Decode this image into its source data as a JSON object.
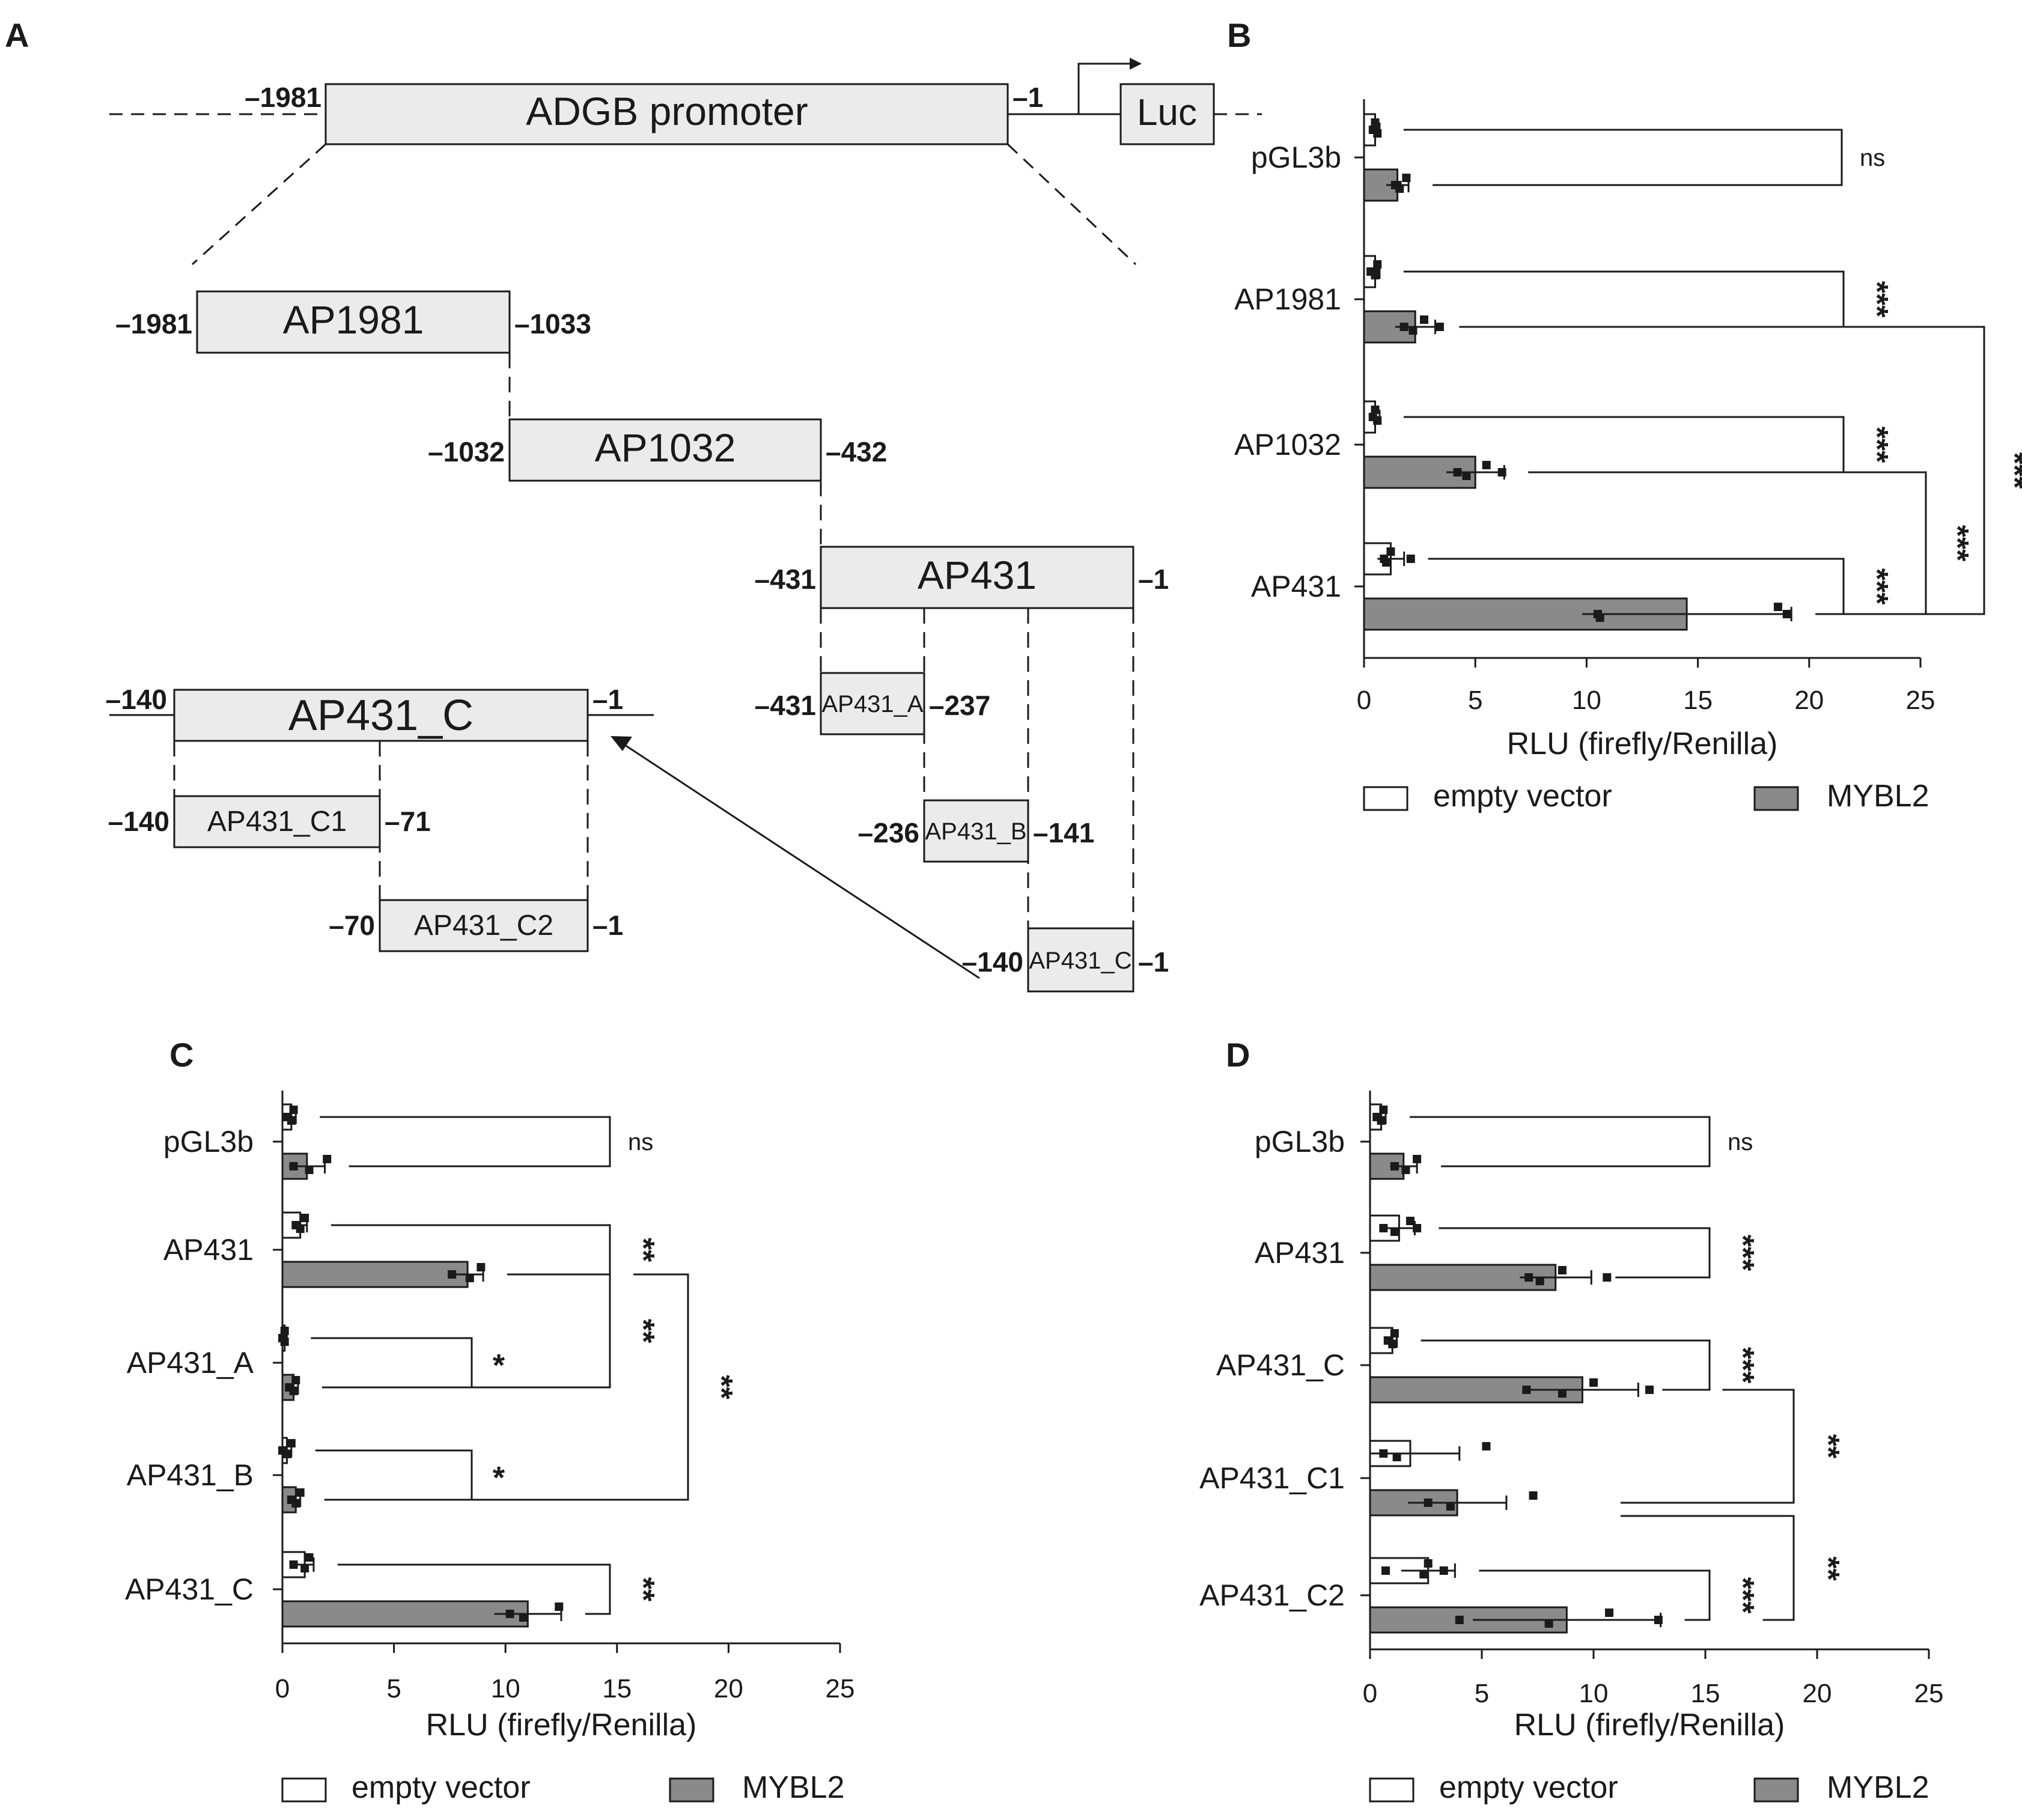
{
  "panel_labels": {
    "a": "A",
    "b": "B",
    "c": "C",
    "d": "D"
  },
  "colors": {
    "box_fill": "#ebebeb",
    "bar_empty": "#ffffff",
    "bar_mybl2": "#8a8a8a",
    "stroke": "#1a1a1a"
  },
  "diagram": {
    "promoter": {
      "label": "ADGB promoter",
      "start": "–1981",
      "end": "–1",
      "reporter": "Luc"
    },
    "fragments": {
      "ap1981": {
        "label": "AP1981",
        "start": "–1981",
        "end": "–1033"
      },
      "ap1032": {
        "label": "AP1032",
        "start": "–1032",
        "end": "–432"
      },
      "ap431": {
        "label": "AP431",
        "start": "–431",
        "end": "–1"
      },
      "ap431_a": {
        "label": "AP431_A",
        "start": "–431",
        "end": "–237"
      },
      "ap431_b": {
        "label": "AP431_B",
        "start": "–236",
        "end": "–141"
      },
      "ap431_c": {
        "label": "AP431_C",
        "start": "–140",
        "end": "–1"
      },
      "ap431_c_big": {
        "label": "AP431_C",
        "start": "–140",
        "end": "–1"
      },
      "ap431_c1": {
        "label": "AP431_C1",
        "start": "–140",
        "end": "–71"
      },
      "ap431_c2": {
        "label": "AP431_C2",
        "start": "–70",
        "end": "–1"
      }
    }
  },
  "chart_data": [
    {
      "panel": "B",
      "type": "bar",
      "orientation": "horizontal",
      "categories": [
        "pGL3b",
        "AP1981",
        "AP1032",
        "AP431"
      ],
      "series": [
        {
          "name": "empty vector",
          "values": [
            0.5,
            0.5,
            0.5,
            1.2
          ],
          "errors": [
            0.2,
            0.2,
            0.2,
            0.6
          ],
          "points": [
            [
              0.4,
              0.6,
              0.5,
              0.5
            ],
            [
              0.3,
              0.5,
              0.6,
              0.5
            ],
            [
              0.4,
              0.6,
              0.5,
              0.4
            ],
            [
              0.9,
              1.0,
              1.2,
              2.1
            ]
          ]
        },
        {
          "name": "MYBL2",
          "values": [
            1.5,
            2.3,
            5.0,
            14.5
          ],
          "errors": [
            0.5,
            0.9,
            1.3,
            4.7
          ],
          "points": [
            [
              1.4,
              1.6,
              1.9,
              1.5
            ],
            [
              1.8,
              2.2,
              2.7,
              3.4
            ],
            [
              4.2,
              4.6,
              5.5,
              6.2
            ],
            [
              10.5,
              10.6,
              18.6,
              19.0
            ]
          ]
        }
      ],
      "significance": [
        "ns",
        "***",
        "***",
        "***"
      ],
      "xlabel": "RLU (firefly/Renilla)",
      "xlim": [
        0,
        25
      ],
      "xticks": [
        "0",
        "5",
        "10",
        "15",
        "20",
        "25"
      ],
      "legend": [
        "empty vector",
        "MYBL2"
      ]
    },
    {
      "panel": "C",
      "type": "bar",
      "orientation": "horizontal",
      "categories": [
        "pGL3b",
        "AP431",
        "AP431_A",
        "AP431_B",
        "AP431_C"
      ],
      "series": [
        {
          "name": "empty vector",
          "values": [
            0.4,
            0.8,
            0.1,
            0.2,
            1.0
          ],
          "errors": [
            0.2,
            0.3,
            0.1,
            0.2,
            0.4
          ],
          "points": [
            [
              0.2,
              0.4,
              0.5
            ],
            [
              0.6,
              0.8,
              1.0
            ],
            [
              0.0,
              0.1,
              0.1
            ],
            [
              0.0,
              0.2,
              0.4
            ],
            [
              0.5,
              1.0,
              1.2
            ]
          ]
        },
        {
          "name": "MYBL2",
          "values": [
            1.1,
            8.3,
            0.5,
            0.6,
            11.0
          ],
          "errors": [
            0.8,
            0.7,
            0.2,
            0.2,
            1.5
          ],
          "points": [
            [
              0.5,
              1.2,
              2.0
            ],
            [
              7.6,
              8.4,
              8.9
            ],
            [
              0.3,
              0.5,
              0.6
            ],
            [
              0.4,
              0.6,
              0.8
            ],
            [
              10.2,
              10.8,
              12.4
            ]
          ]
        }
      ],
      "significance": [
        "ns",
        "**",
        "*",
        "*",
        "**"
      ],
      "between_significance": [
        "**",
        "**"
      ],
      "xlabel": "RLU (firefly/Renilla)",
      "xlim": [
        0,
        25
      ],
      "xticks": [
        "0",
        "5",
        "10",
        "15",
        "20",
        "25"
      ],
      "legend": [
        "empty vector",
        "MYBL2"
      ]
    },
    {
      "panel": "D",
      "type": "bar",
      "orientation": "horizontal",
      "categories": [
        "pGL3b",
        "AP431",
        "AP431_C",
        "AP431_C1",
        "AP431_C2"
      ],
      "series": [
        {
          "name": "empty vector",
          "values": [
            0.5,
            1.3,
            1.0,
            1.8,
            2.6
          ],
          "errors": [
            0.2,
            0.7,
            0.2,
            2.2,
            1.2
          ],
          "points": [
            [
              0.3,
              0.5,
              0.6
            ],
            [
              0.6,
              1.1,
              1.8,
              2.1
            ],
            [
              0.8,
              1.0,
              1.1
            ],
            [
              0.6,
              1.2,
              5.2
            ],
            [
              0.7,
              2.4,
              2.6,
              3.3
            ]
          ]
        },
        {
          "name": "MYBL2",
          "values": [
            1.5,
            8.3,
            9.5,
            3.9,
            8.8
          ],
          "errors": [
            0.6,
            1.6,
            2.5,
            2.2,
            4.2
          ],
          "points": [
            [
              1.1,
              1.6,
              2.1
            ],
            [
              7.1,
              7.6,
              8.6,
              10.6
            ],
            [
              7.0,
              8.6,
              10.0,
              12.5
            ],
            [
              2.6,
              3.6,
              7.3
            ],
            [
              4.0,
              8.0,
              10.7,
              12.9
            ]
          ]
        }
      ],
      "significance": [
        "ns",
        "***",
        "***",
        "",
        "***"
      ],
      "between_significance": [
        "**",
        "**"
      ],
      "xlabel": "RLU (firefly/Renilla)",
      "xlim": [
        0,
        25
      ],
      "xticks": [
        "0",
        "5",
        "10",
        "15",
        "20",
        "25"
      ],
      "legend": [
        "empty vector",
        "MYBL2"
      ]
    }
  ]
}
